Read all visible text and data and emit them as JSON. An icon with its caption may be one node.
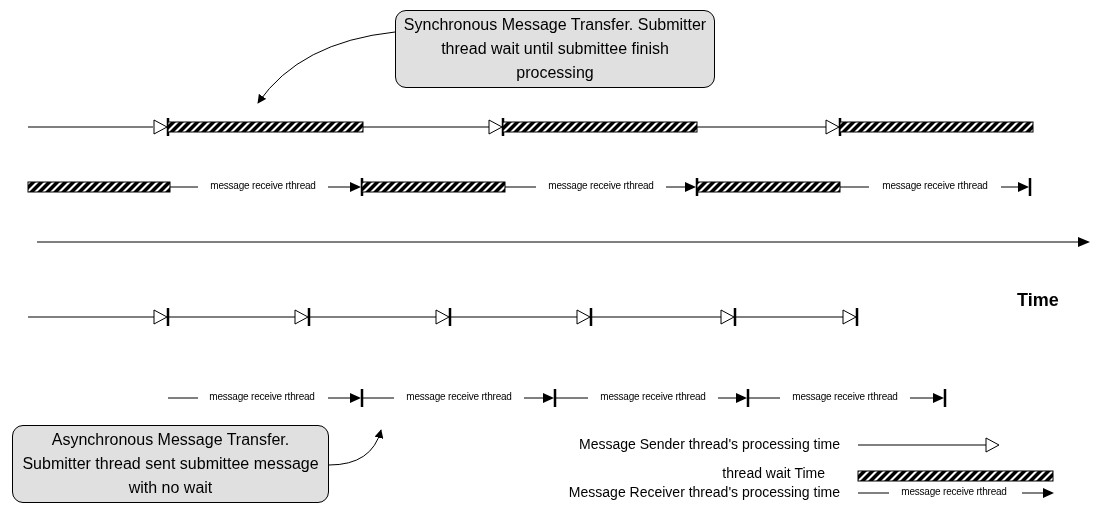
{
  "diagram": {
    "nodes": [
      {
        "text": [
          "Synchronous Message Transfer. Submitter thread wait until submittee finish processing"
        ]
      },
      {
        "text": [
          "Asynchronous Message Transfer. Submitter thread sent submittee message with no wait"
        ]
      }
    ],
    "edges": [
      {
        "from": 0,
        "to": null,
        "arrow": "to"
      },
      {
        "from": 1,
        "to": null,
        "arrow": "to"
      }
    ],
    "labels": [
      "message receive rthread",
      "message receive rthread",
      "message receive rthread",
      "Time",
      "message receive rthread",
      "message receive rthread",
      "message receive rthread",
      "message receive rthread",
      "message receive rthread"
    ],
    "legend": [
      {
        "text": "Message Sender thread's processing time"
      },
      {
        "text": "thread wait Time"
      },
      {
        "text": "Message Receiver thread's processing time"
      }
    ]
  }
}
